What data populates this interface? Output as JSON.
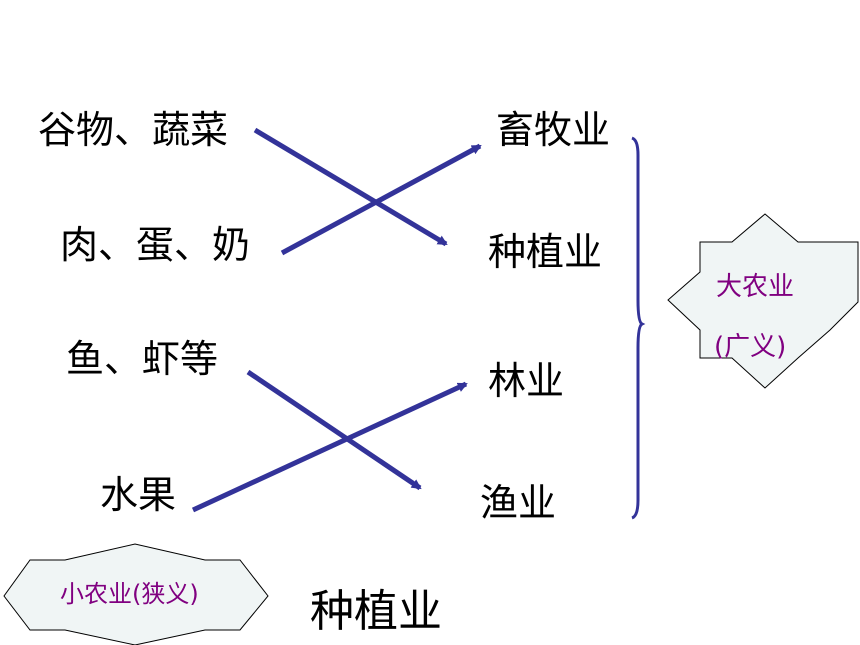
{
  "diagram": {
    "left_items": [
      "谷物、蔬菜",
      "肉、蛋、奶",
      "鱼、虾等",
      "水果"
    ],
    "right_items": [
      "畜牧业",
      "种植业",
      "林业",
      "渔业"
    ],
    "connections": [
      {
        "from": "谷物、蔬菜",
        "to": "种植业"
      },
      {
        "from": "肉、蛋、奶",
        "to": "畜牧业"
      },
      {
        "from": "鱼、虾等",
        "to": "渔业"
      },
      {
        "from": "水果",
        "to": "林业"
      }
    ],
    "broad_badge": {
      "line1": "大农业",
      "line2": "(广义)"
    },
    "narrow_badge": {
      "text": "小农业(狭义)"
    },
    "narrow_result": "种植业",
    "colors": {
      "arrow": "#333399",
      "badge_fill": "#f0f5f5",
      "badge_text": "#800080"
    }
  }
}
